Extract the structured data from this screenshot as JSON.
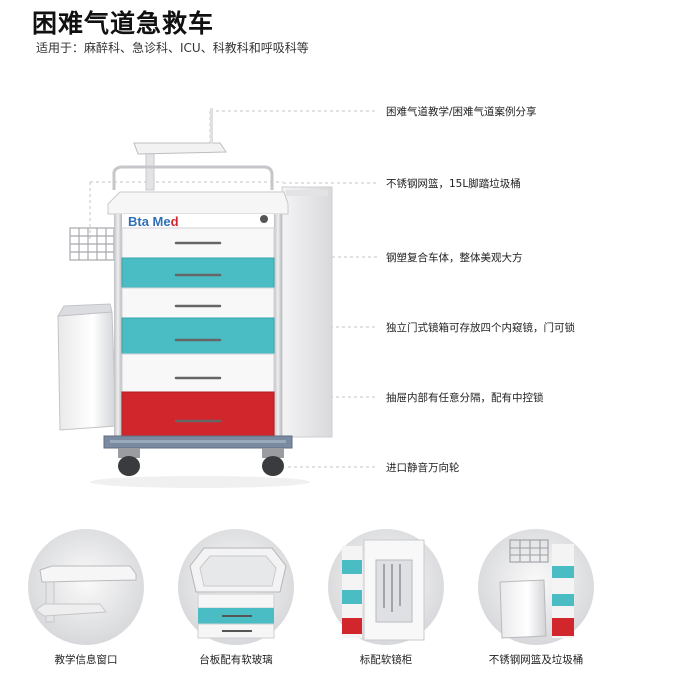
{
  "header": {
    "title": "困难气道急救车",
    "subtitle": "适用于：麻醉科、急诊科、ICU、科教科和呼吸科等"
  },
  "product": {
    "brand_logo": "Bta Med"
  },
  "callouts": [
    {
      "text": "困难气道教学/困难气道案例分享"
    },
    {
      "text": "不锈钢网篮，15L脚踏垃圾桶"
    },
    {
      "text": "钢塑复合车体，整体美观大方"
    },
    {
      "text": "独立门式镜箱可存放四个内窥镜，门可锁"
    },
    {
      "text": "抽屉内部有任意分隔，配有中控锁"
    },
    {
      "text": "进口静音万向轮"
    }
  ],
  "thumbnails": [
    {
      "label": "教学信息窗口"
    },
    {
      "label": "台板配有软玻璃"
    },
    {
      "label": "标配软镜柜"
    },
    {
      "label": "不锈钢网篮及垃圾桶"
    }
  ],
  "colors": {
    "drawer_teal": "#49bcc4",
    "drawer_red": "#d2262d",
    "frame": "#e6e6e8",
    "logo_blue": "#2f6fb5",
    "logo_red": "#d3262c"
  }
}
